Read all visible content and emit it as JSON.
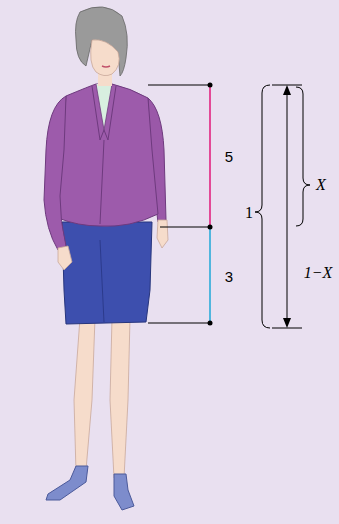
{
  "diagram": {
    "labels": [
      "5",
      "3",
      "1",
      "X",
      "1−X"
    ]
  }
}
